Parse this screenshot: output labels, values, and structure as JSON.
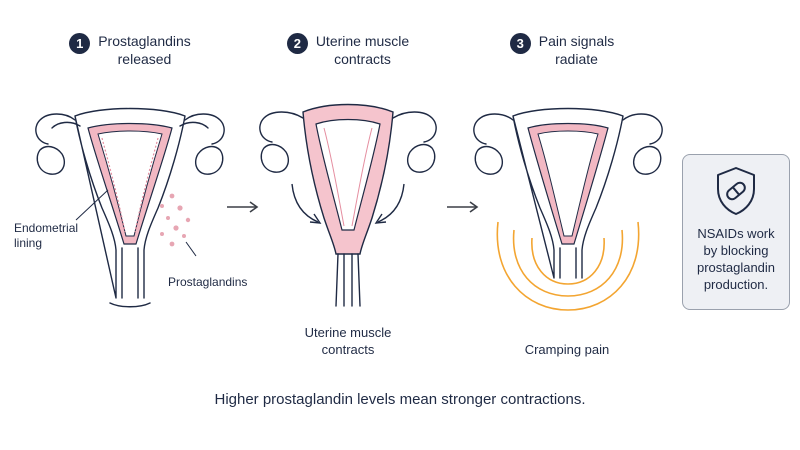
{
  "steps": [
    {
      "number": "1",
      "title": "Prostaglandins\nreleased"
    },
    {
      "number": "2",
      "title": "Uterine muscle\ncontracts"
    },
    {
      "number": "3",
      "title": "Pain signals\nradiate"
    }
  ],
  "labels": {
    "endometrial": "Endometrial\nlining",
    "prostaglandins": "Prostaglandins",
    "uterine_caption": "Uterine muscle\ncontracts",
    "cramping_caption": "Cramping pain"
  },
  "nsaid_card": {
    "text": "NSAIDs work\nby blocking\nprostaglandin\nproduction.",
    "icon": "shield-pill-icon"
  },
  "footer": "Higher prostaglandin levels mean stronger contractions.",
  "colors": {
    "navy": "#1f2a44",
    "lining_pink": "#f2b8c3",
    "contract_pink": "#f5c4cd",
    "pain_orange": "#f3a531",
    "dots": "#e7a6b3"
  }
}
